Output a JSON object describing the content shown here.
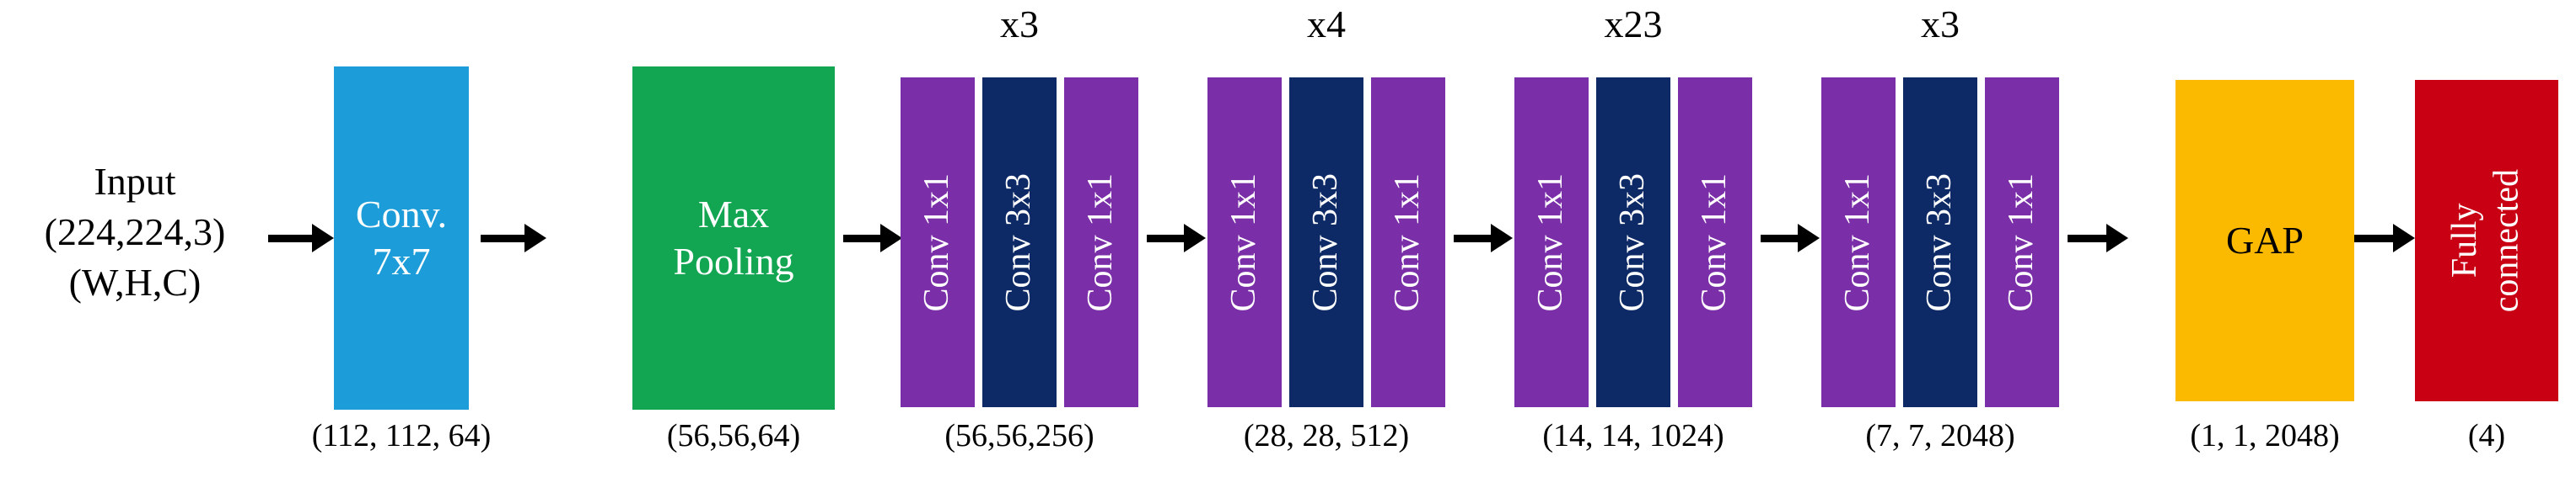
{
  "figure": {
    "kind": "neural-network-architecture-diagram",
    "background_color": "#FFFFFF"
  },
  "input": {
    "line1": "Input",
    "line2": "(224,224,3)",
    "line3": "(W,H,C)"
  },
  "colors": {
    "conv_blue": "#1C9CD8",
    "pool_green": "#12A652",
    "purple": "#7A2FA8",
    "navy": "#0D2A66",
    "gap_amber": "#FBBA00",
    "fc_red": "#C90014",
    "text_white": "#FFFFFF",
    "text_black": "#000000",
    "arrow_black": "#000000"
  },
  "blocks": [
    {
      "id": "conv7x7",
      "label": "Conv.\n7x7",
      "color": "#1C9CD8",
      "text_color": "#FFFFFF",
      "orientation": "horizontal"
    },
    {
      "id": "maxpool",
      "label": "Max\nPooling",
      "color": "#12A652",
      "text_color": "#FFFFFF",
      "orientation": "horizontal"
    },
    {
      "id": "gap",
      "label": "GAP",
      "color": "#FBBA00",
      "text_color": "#000000",
      "orientation": "horizontal"
    },
    {
      "id": "fc",
      "label": "Fully\nconnected",
      "color": "#C90014",
      "text_color": "#FFFFFF",
      "orientation": "vertical"
    }
  ],
  "stages": [
    {
      "id": "stage1",
      "multiplier": "x3",
      "output_dim": "(56,56,256)",
      "layers": [
        {
          "label": "Conv 1x1",
          "color": "#7A2FA8"
        },
        {
          "label": "Conv 3x3",
          "color": "#0D2A66"
        },
        {
          "label": "Conv 1x1",
          "color": "#7A2FA8"
        }
      ]
    },
    {
      "id": "stage2",
      "multiplier": "x4",
      "output_dim": "(28, 28, 512)",
      "layers": [
        {
          "label": "Conv 1x1",
          "color": "#7A2FA8"
        },
        {
          "label": "Conv 3x3",
          "color": "#0D2A66"
        },
        {
          "label": "Conv 1x1",
          "color": "#7A2FA8"
        }
      ]
    },
    {
      "id": "stage3",
      "multiplier": "x23",
      "output_dim": "(14, 14, 1024)",
      "layers": [
        {
          "label": "Conv 1x1",
          "color": "#7A2FA8"
        },
        {
          "label": "Conv 3x3",
          "color": "#0D2A66"
        },
        {
          "label": "Conv 1x1",
          "color": "#7A2FA8"
        }
      ]
    },
    {
      "id": "stage4",
      "multiplier": "x3",
      "output_dim": "(7, 7, 2048)",
      "layers": [
        {
          "label": "Conv 1x1",
          "color": "#7A2FA8"
        },
        {
          "label": "Conv 3x3",
          "color": "#0D2A66"
        },
        {
          "label": "Conv 1x1",
          "color": "#7A2FA8"
        }
      ]
    }
  ],
  "dimension_labels": {
    "conv7x7": "(112, 112, 64)",
    "maxpool": "(56,56,64)",
    "stage1": "(56,56,256)",
    "stage2": "(28, 28, 512)",
    "stage3": "(14, 14, 1024)",
    "stage4": "(7, 7, 2048)",
    "gap": "(1, 1, 2048)",
    "fc": "(4)"
  },
  "arrows": {
    "count": 8,
    "style": "solid-black-line-with-filled-triangle-head"
  }
}
